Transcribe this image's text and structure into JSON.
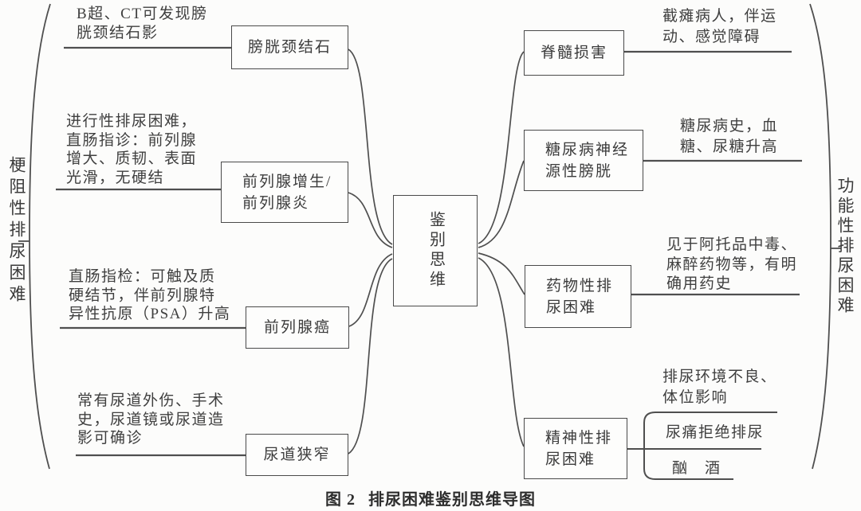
{
  "colors": {
    "background": "#fcfcfb",
    "line": "#4f4f4f",
    "box_border": "#4a4a4a",
    "text": "#3b3b3b"
  },
  "caption": {
    "label": "图 2",
    "title": "排尿困难鉴别思维导图"
  },
  "center": {
    "label": "鉴别思维"
  },
  "left": {
    "side_label": "梗阻性排尿困难",
    "branches": [
      {
        "box_lines": [
          "膀胱颈结石"
        ],
        "note_lines": [
          "B超、CT可发现膀",
          "胱颈结石影"
        ]
      },
      {
        "box_lines": [
          "前列腺增生/",
          "前列腺炎"
        ],
        "note_lines": [
          "进行性排尿困难，",
          "直肠指诊：前列腺",
          "增大、质韧、表面",
          "光滑，无硬结"
        ]
      },
      {
        "box_lines": [
          "前列腺癌"
        ],
        "note_lines": [
          "直肠指检：可触及质",
          "硬结节，伴前列腺特",
          "异性抗原（PSA）升高"
        ]
      },
      {
        "box_lines": [
          "尿道狭窄"
        ],
        "note_lines": [
          "常有尿道外伤、手术",
          "史，尿道镜或尿道造",
          "影可确诊"
        ]
      }
    ]
  },
  "right": {
    "side_label": "功能性排尿困难",
    "branches": [
      {
        "box_lines": [
          "脊髓损害"
        ],
        "note_lines": [
          "截瘫病人，伴运",
          "动、感觉障碍"
        ]
      },
      {
        "box_lines": [
          "糖尿病神经",
          "源性膀胱"
        ],
        "note_lines": [
          "糖尿病史，血",
          "糖、尿糖升高"
        ]
      },
      {
        "box_lines": [
          "药物性排",
          "尿困难"
        ],
        "note_lines": [
          "见于阿托品中毒、",
          "麻醉药物等，有明",
          "确用药史"
        ]
      },
      {
        "box_lines": [
          "精神性排",
          "尿困难"
        ],
        "sub_items": [
          [
            "排尿环境不良、",
            "体位影响"
          ],
          [
            "尿痛拒绝排尿"
          ],
          [
            "酗　酒"
          ]
        ]
      }
    ]
  }
}
